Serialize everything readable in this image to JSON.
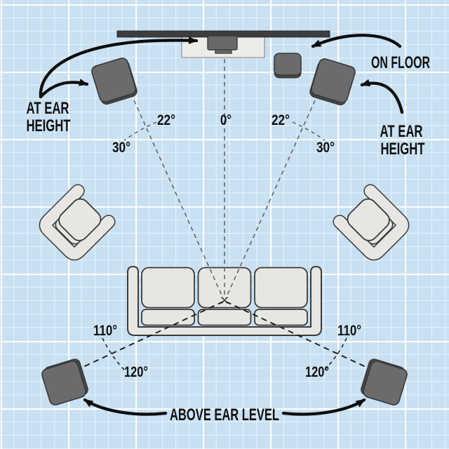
{
  "labels": {
    "front_left": {
      "line1": "AT EAR",
      "line2": "HEIGHT"
    },
    "front_right": {
      "line1": "AT EAR",
      "line2": "HEIGHT"
    },
    "subwoofer": "ON FLOOR",
    "rear": "ABOVE EAR LEVEL"
  },
  "angles": {
    "center": "0°",
    "front_left_min": "22°",
    "front_left_max": "30°",
    "front_right_min": "22°",
    "front_right_max": "30°",
    "rear_left_min": "110°",
    "rear_left_max": "120°",
    "rear_right_min": "110°",
    "rear_right_max": "120°"
  },
  "components": [
    "tv",
    "media-console",
    "center-speaker",
    "subwoofer",
    "front-left-speaker",
    "front-right-speaker",
    "rear-left-speaker",
    "rear-right-speaker",
    "sofa",
    "left-armchair",
    "right-armchair",
    "listening-position"
  ],
  "colors": {
    "background": "#c8e0f2",
    "grid_line": "#ffffff",
    "speaker": "#6b6b6b",
    "speaker_edge": "#454545",
    "furniture": "#e7e6e3",
    "outline": "#3b3b3b",
    "tv": "#3d3d3d",
    "console": "#edece9",
    "text": "#101010"
  }
}
